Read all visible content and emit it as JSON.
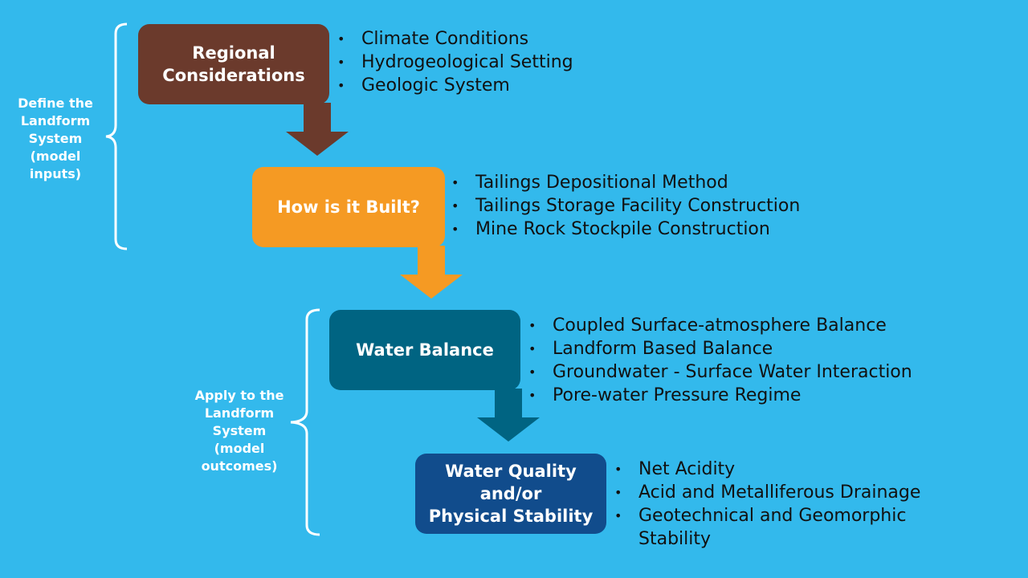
{
  "colors": {
    "background": "#33b9ec",
    "regional": "#6b3a2c",
    "built": "#f59a23",
    "water_balance": "#006482",
    "water_quality": "#114c8c",
    "brace": "#ffffff",
    "bullet_text": "#111111"
  },
  "groups": [
    {
      "label": "Define the\nLandform\nSystem\n(model\ninputs)"
    },
    {
      "label": "Apply to the\nLandform\nSystem\n(model\noutcomes)"
    }
  ],
  "steps": [
    {
      "title": "Regional\nConsiderations",
      "items": [
        "Climate Conditions",
        "Hydrogeological Setting",
        "Geologic System"
      ]
    },
    {
      "title": "How is it Built?",
      "items": [
        "Tailings Depositional Method",
        "Tailings Storage Facility Construction",
        "Mine Rock Stockpile Construction"
      ]
    },
    {
      "title": "Water Balance",
      "items": [
        "Coupled Surface-atmosphere Balance",
        "Landform Based Balance",
        "Groundwater - Surface Water Interaction",
        "Pore-water Pressure Regime"
      ]
    },
    {
      "title": "Water Quality\nand/or\nPhysical Stability",
      "items": [
        "Net Acidity",
        "Acid and Metalliferous Drainage",
        "Geotechnical and Geomorphic Stability"
      ]
    }
  ]
}
